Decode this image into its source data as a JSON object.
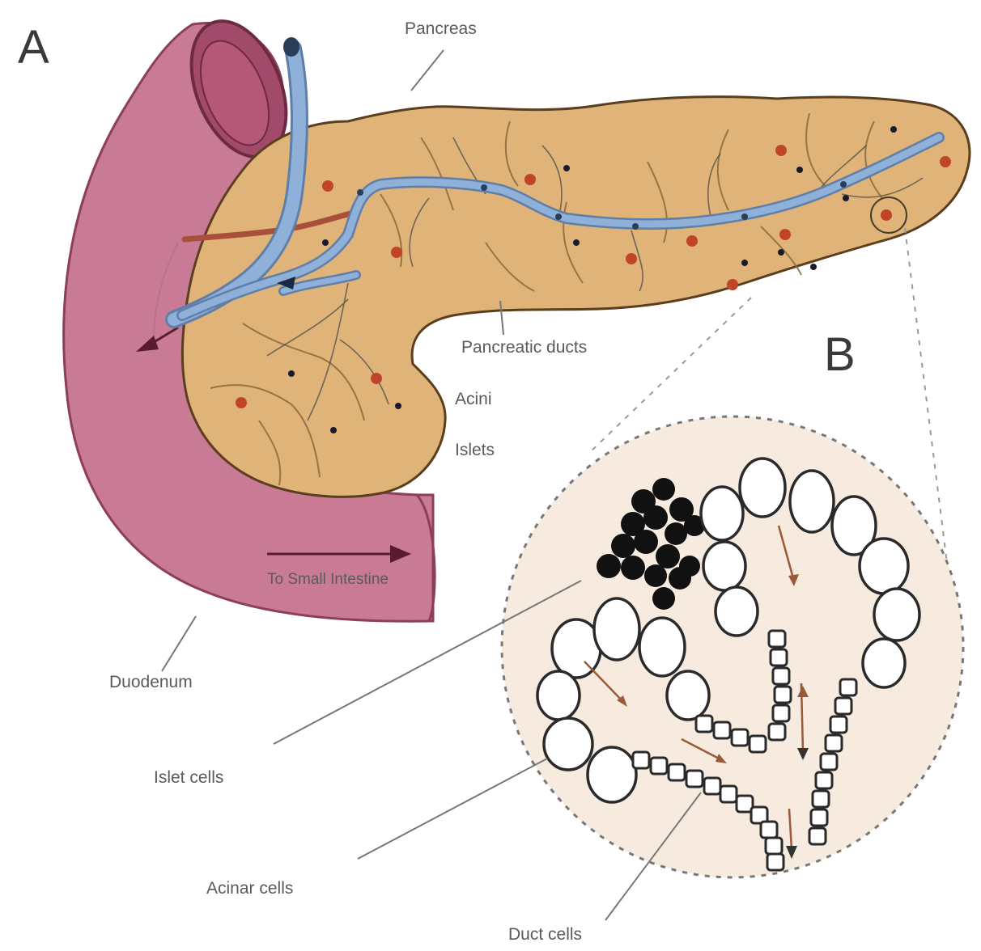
{
  "panels": {
    "a": "A",
    "b": "B"
  },
  "labels": {
    "pancreas": "Pancreas",
    "pancreatic_ducts": "Pancreatic ducts",
    "acini": "Acini",
    "islets": "Islets",
    "to_small_intestine": "To Small Intestine",
    "duodenum": "Duodenum",
    "islet_cells": "Islet cells",
    "acinar_cells": "Acinar cells",
    "duct_cells": "Duct cells"
  },
  "colors": {
    "duodenum": "#c97a95",
    "duodenum_dark": "#a14a6a",
    "pancreas": "#e0b478",
    "duct": "#8fb0d8",
    "vessel": "#a8503c",
    "inset_bg": "#f7ebdf"
  }
}
